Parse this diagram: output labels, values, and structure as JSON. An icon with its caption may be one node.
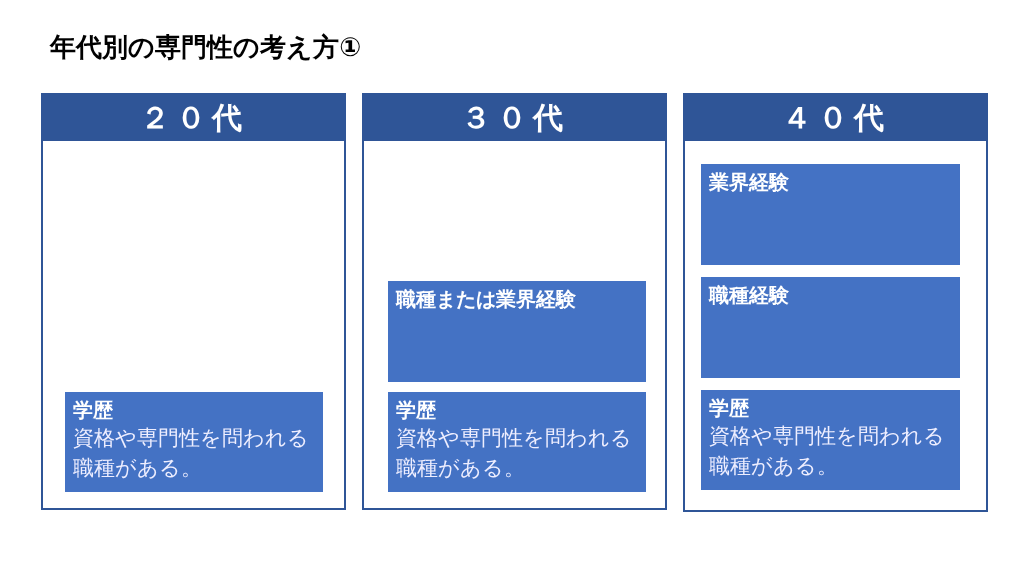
{
  "diagram": {
    "title": "年代別の専門性の考え方①",
    "nodes": [
      {
        "text": [
          "２０代"
        ]
      },
      {
        "text": [
          "学歴",
          "資格や専門性を問われる職種がある。"
        ],
        "in": 0
      },
      {
        "text": [
          "３０代"
        ]
      },
      {
        "text": [
          "職種または業界経験"
        ],
        "in": 2
      },
      {
        "text": [
          "学歴",
          "資格や専門性を問われる職種がある。"
        ],
        "in": 2
      },
      {
        "text": [
          "４０代"
        ]
      },
      {
        "text": [
          "業界経験"
        ],
        "in": 5
      },
      {
        "text": [
          "職種経験"
        ],
        "in": 5
      },
      {
        "text": [
          "学歴",
          "資格や専門性を問われる職種がある。"
        ],
        "in": 5
      }
    ]
  }
}
